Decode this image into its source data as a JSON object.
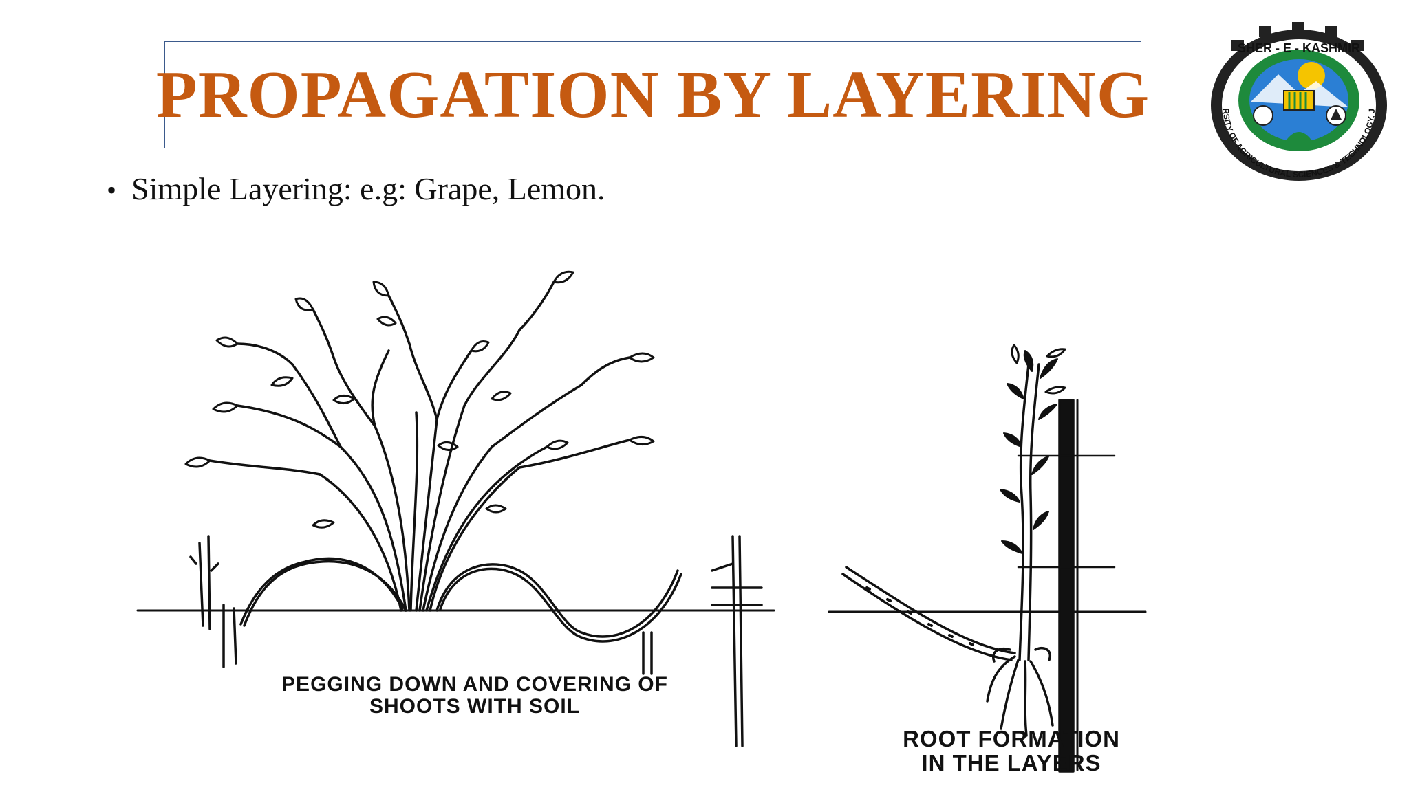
{
  "slide": {
    "title": "PROPAGATION BY LAYERING",
    "bullet_text": "Simple Layering: e.g: Grape, Lemon."
  },
  "logo": {
    "top_text": "SHER - E - KASHMIR",
    "ring_text": "UNIVERSITY OF AGRICULTURAL SCIENCES & TECHNOLOGY, JAMMU",
    "colors": {
      "ring": "#1e8a3c",
      "sky": "#2b7fd4",
      "sun": "#f5c400",
      "frame": "#222222"
    }
  },
  "figures": {
    "left_caption_line1": "PEGGING DOWN AND COVERING OF",
    "left_caption_line2": "SHOOTS WITH SOIL",
    "right_caption_line1": "ROOT FORMATION",
    "right_caption_line2": "IN THE LAYERS"
  },
  "colors": {
    "title": "#c55a11",
    "border": "#3b5a8c",
    "text": "#111111"
  }
}
